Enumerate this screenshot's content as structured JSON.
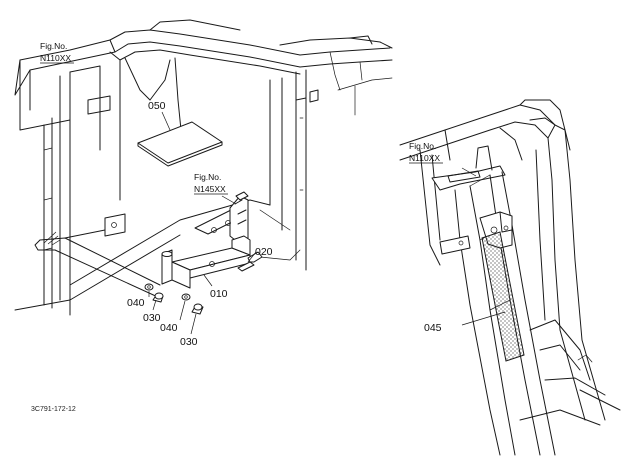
{
  "figure": {
    "code": "3C791-172-12",
    "references": [
      {
        "id": "ref-left",
        "line1": "Fig.No.",
        "line2": "N110XX"
      },
      {
        "id": "ref-hinge",
        "line1": "Fig.No.",
        "line2": "N145XX"
      },
      {
        "id": "ref-right",
        "line1": "Fig.No.",
        "line2": "N110XX"
      }
    ],
    "parts": {
      "p050": "050",
      "p020": "020",
      "p010": "010",
      "p040a": "040",
      "p030a": "030",
      "p040b": "040",
      "p030b": "030",
      "p045": "045"
    }
  }
}
